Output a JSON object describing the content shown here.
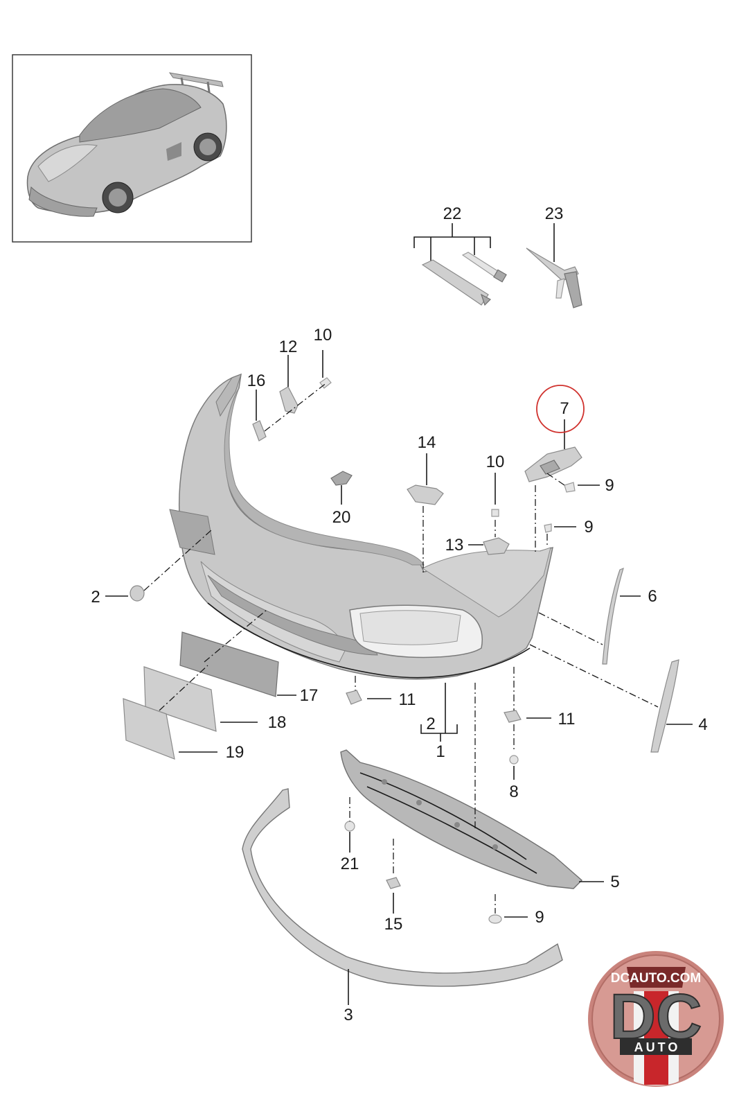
{
  "callouts": {
    "c1": "1",
    "c2a": "2",
    "c2b": "2",
    "c3": "3",
    "c4": "4",
    "c5": "5",
    "c6": "6",
    "c7": "7",
    "c8": "8",
    "c9a": "9",
    "c9b": "9",
    "c9c": "9",
    "c10a": "10",
    "c10b": "10",
    "c11a": "11",
    "c11b": "11",
    "c12": "12",
    "c13": "13",
    "c14": "14",
    "c15": "15",
    "c16": "16",
    "c17": "17",
    "c18": "18",
    "c19": "19",
    "c20": "20",
    "c21": "21",
    "c22": "22",
    "c23": "23"
  },
  "highlight": {
    "part": "7",
    "color": "#d0312d"
  },
  "logo": {
    "url_text": "DCAUTO.COM",
    "letters": "DC",
    "word": "AUTO",
    "colors": {
      "ring": "#c9837c",
      "stripe": "#c8262b"
    }
  },
  "colors": {
    "part_fill": "#cfcfcf",
    "line": "#1a1a1a"
  }
}
